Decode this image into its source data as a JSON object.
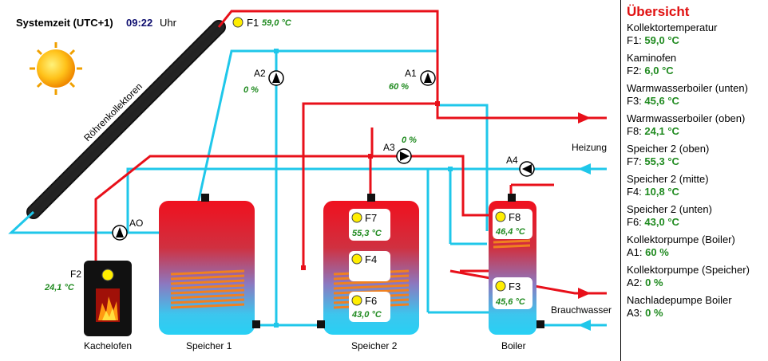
{
  "header": {
    "systemzeit_label": "Systemzeit (UTC+1)",
    "time": "09:22",
    "unit": "Uhr"
  },
  "diagram": {
    "collector_label": "Röhrenkollektoren",
    "heizung": "Heizung",
    "brauchwasser": "Brauchwasser",
    "tanks": {
      "speicher1": "Speicher 1",
      "speicher2": "Speicher 2",
      "boiler": "Boiler",
      "kachelofen": "Kachelofen"
    },
    "sensors": {
      "F1": {
        "label": "F1",
        "value": "59,0 °C"
      },
      "F2": {
        "label": "F2",
        "value": "24,1 °C"
      },
      "F7": {
        "label": "F7",
        "value": "55,3 °C"
      },
      "F4": {
        "label": "F4",
        "value": ""
      },
      "F6": {
        "label": "F6",
        "value": "43,0 °C"
      },
      "F8": {
        "label": "F8",
        "value": "46,4 °C"
      },
      "F3": {
        "label": "F3",
        "value": "45,6 °C"
      }
    },
    "pumps": {
      "A1": {
        "label": "A1",
        "value": "60 %"
      },
      "A2": {
        "label": "A2",
        "value": "0 %"
      },
      "A3": {
        "label": "A3",
        "value": "0 %"
      },
      "A4": {
        "label": "A4",
        "value": ""
      },
      "AO": {
        "label": "AO",
        "value": ""
      }
    }
  },
  "overview": {
    "title": "Übersicht",
    "items": [
      {
        "title": "Kollektortemperatur",
        "key": "F1:",
        "value": "59,0 °C"
      },
      {
        "title": "Kaminofen",
        "key": "F2:",
        "value": "6,0 °C"
      },
      {
        "title": "Warmwasserboiler (unten)",
        "key": "F3:",
        "value": "45,6 °C"
      },
      {
        "title": "Warmwasserboiler (oben)",
        "key": "F8:",
        "value": "24,1 °C"
      },
      {
        "title": "Speicher 2 (oben)",
        "key": "F7:",
        "value": "55,3 °C"
      },
      {
        "title": "Speicher 2 (mitte)",
        "key": "F4:",
        "value": "10,8 °C"
      },
      {
        "title": "Speicher 2 (unten)",
        "key": "F6:",
        "value": "43,0 °C"
      },
      {
        "title": "Kollektorpumpe (Boiler)",
        "key": "A1:",
        "value": "60 %"
      },
      {
        "title": "Kollektorpumpe (Speicher)",
        "key": "A2:",
        "value": "0 %"
      },
      {
        "title": "Nachladepumpe Boiler",
        "key": "A3:",
        "value": "0 %"
      }
    ]
  },
  "colors": {
    "hot": "#e8101a",
    "cold": "#1fc7ea",
    "coil": "#f08020",
    "value": "#1f8a1f",
    "sensor": "#ffee00"
  }
}
